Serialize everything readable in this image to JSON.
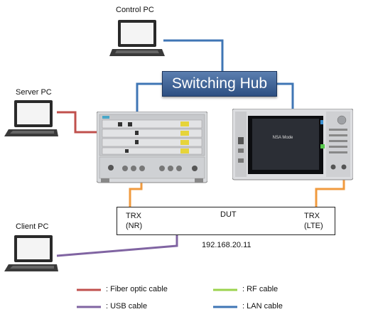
{
  "labels": {
    "control_pc": "Control PC",
    "server_pc": "Server PC",
    "client_pc": "Client PC",
    "switching_hub": "Switching Hub",
    "trx_nr_line1": "TRX",
    "trx_nr_line2": "(NR)",
    "dut": "DUT",
    "trx_lte_line1": "TRX",
    "trx_lte_line2": "(LTE)",
    "ip_address": "192.168.20.11",
    "screen_text": "NSA Mode"
  },
  "legend": [
    {
      "label": ": Fiber optic cable",
      "color": "#c0504d"
    },
    {
      "label": ": USB cable",
      "color": "#8064a2"
    },
    {
      "label": ": RF cable",
      "color": "#9bd34d"
    },
    {
      "label": ": LAN cable",
      "color": "#3f76b5"
    }
  ],
  "colors": {
    "fiber": "#c0504d",
    "usb": "#8064a2",
    "rf": "#f09a3e",
    "lan": "#3f76b5"
  }
}
